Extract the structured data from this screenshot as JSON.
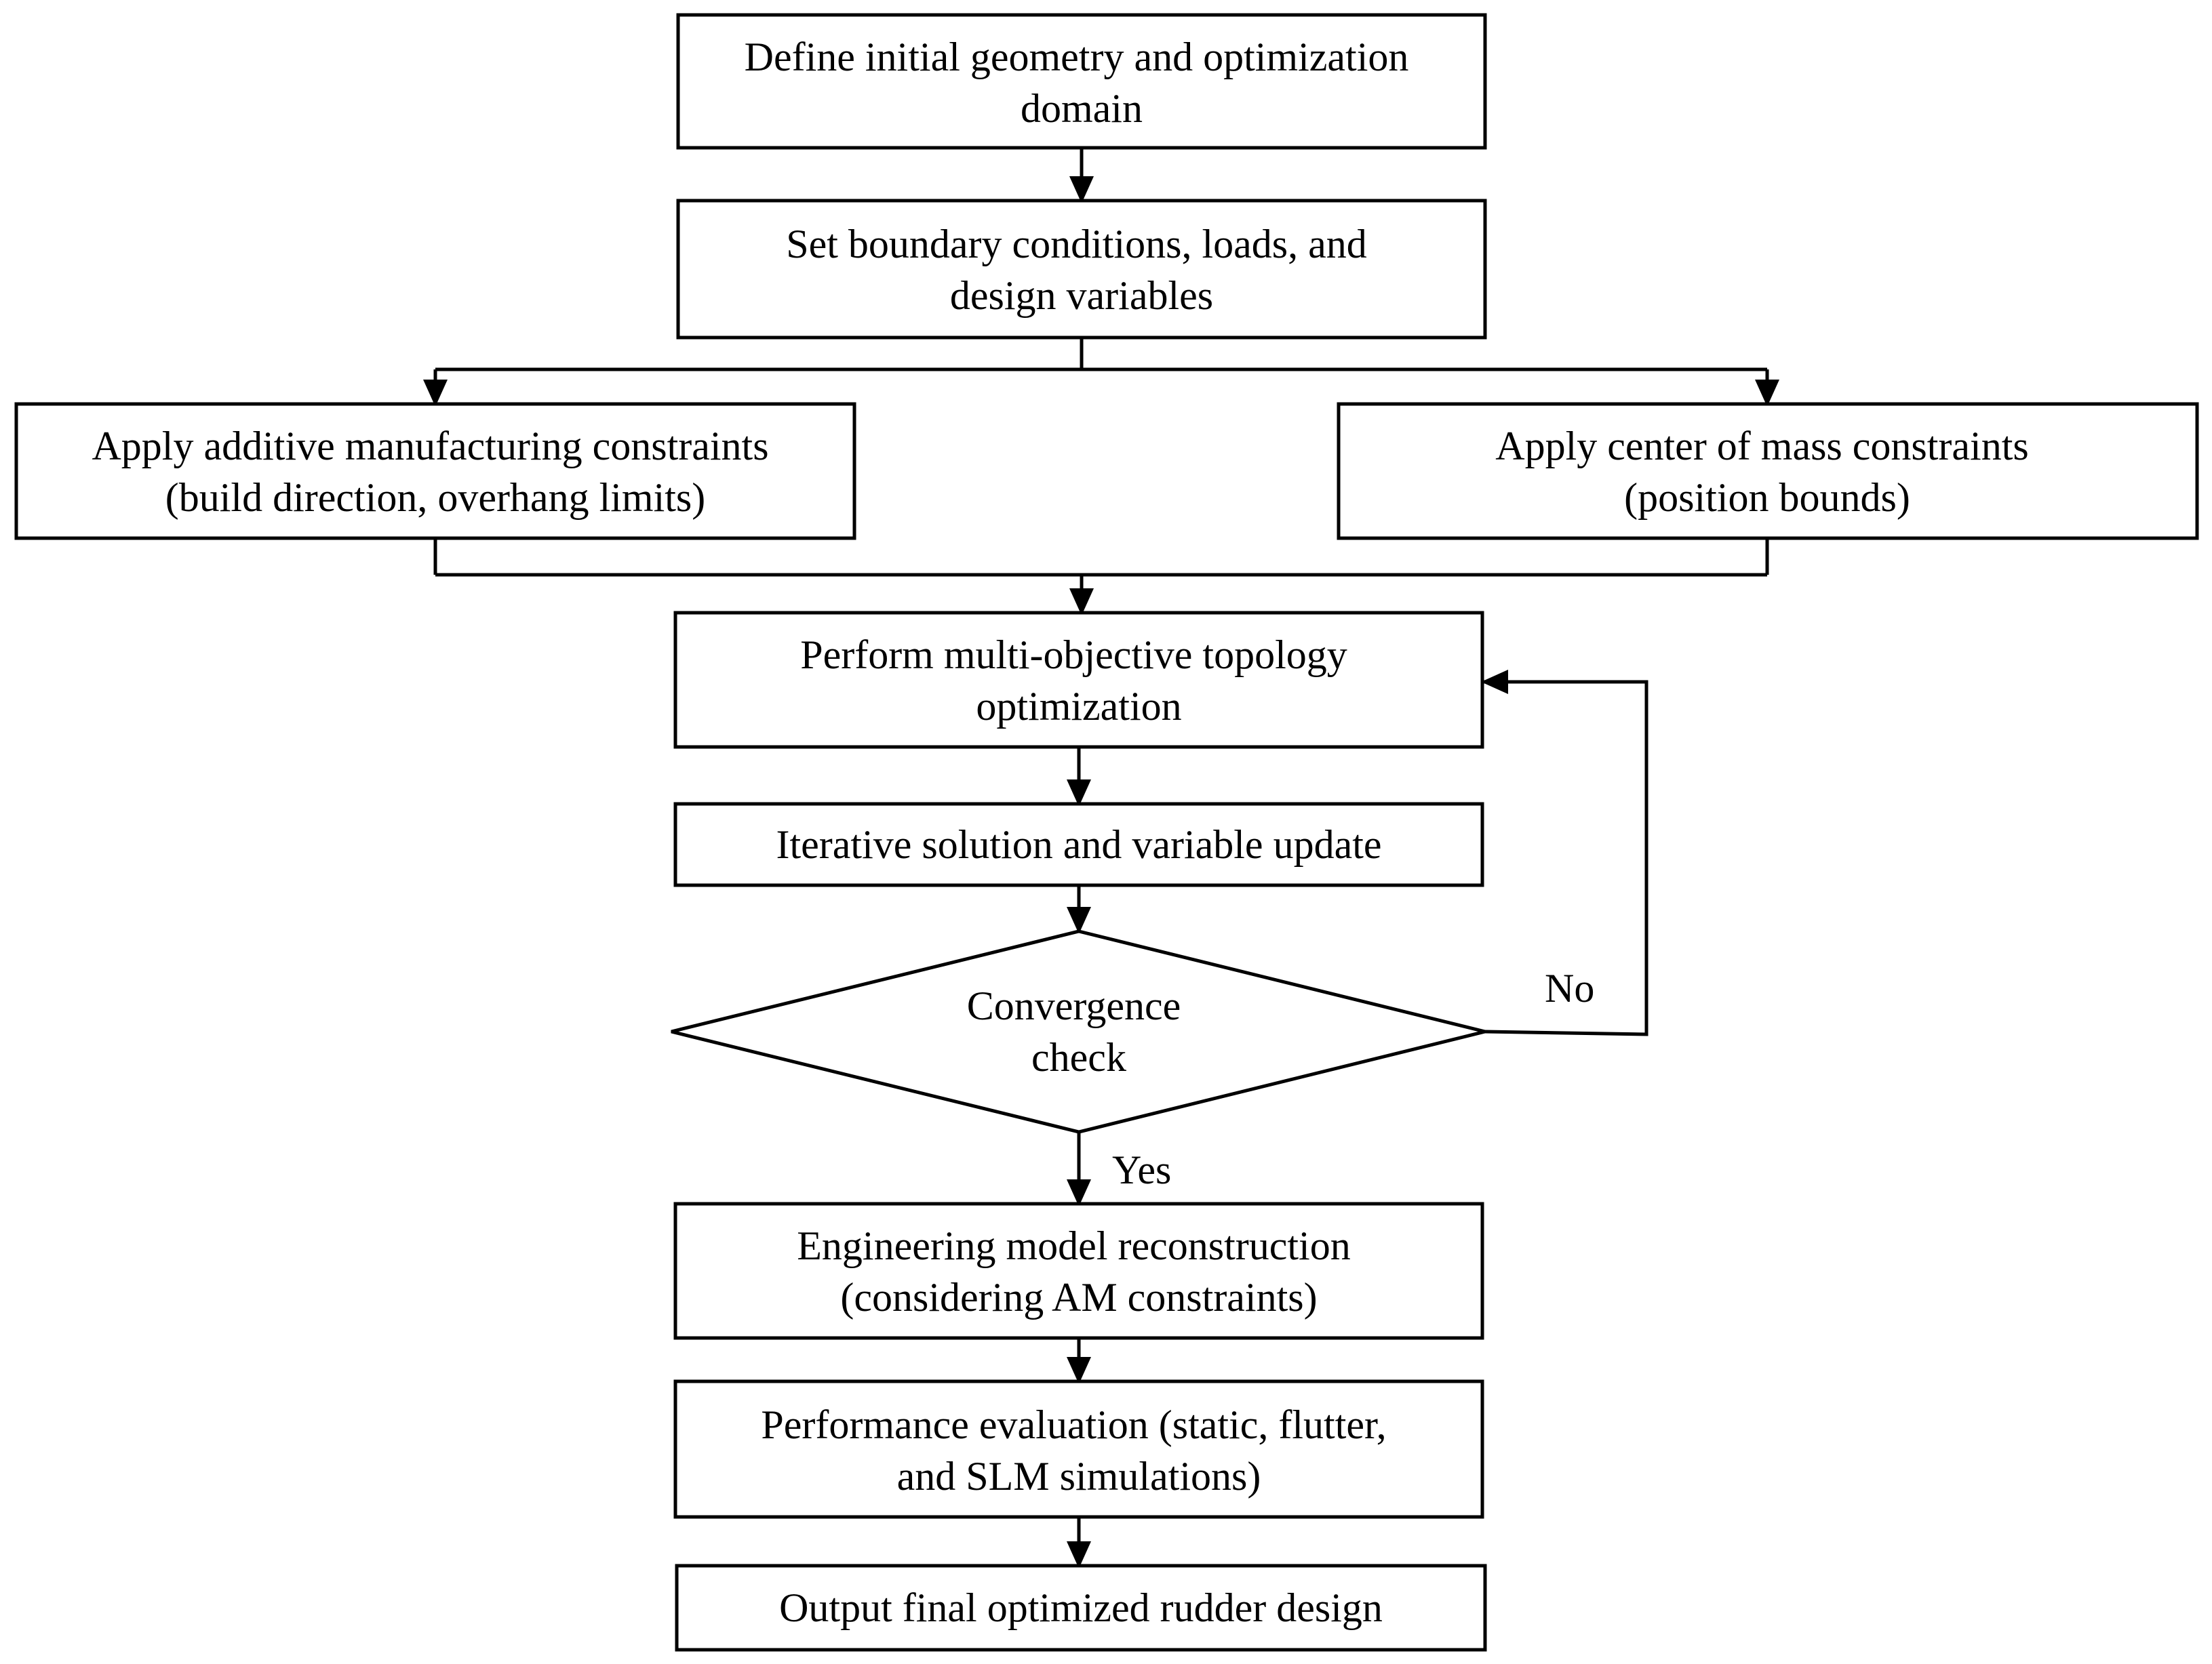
{
  "nodes": {
    "define_geometry": {
      "lines": [
        "Define initial geometry and optimization",
        "domain"
      ]
    },
    "boundary_conditions": {
      "lines": [
        "Set boundary conditions, loads, and",
        "design variables"
      ]
    },
    "am_constraints": {
      "lines": [
        "Apply additive manufacturing constraints",
        "(build direction, overhang limits)"
      ]
    },
    "com_constraints": {
      "lines": [
        "Apply center of mass constraints",
        "(position bounds)"
      ]
    },
    "topology_optimization": {
      "lines": [
        "Perform multi-objective topology",
        "optimization"
      ]
    },
    "iterative_update": {
      "lines": [
        "Iterative solution and variable update"
      ]
    },
    "convergence_check": {
      "lines": [
        "Convergence",
        "check"
      ]
    },
    "model_reconstruction": {
      "lines": [
        "Engineering model reconstruction",
        "(considering AM constraints)"
      ]
    },
    "performance_evaluation": {
      "lines": [
        "Performance evaluation (static, flutter,",
        "and SLM simulations)"
      ]
    },
    "final_output": {
      "lines": [
        "Output final optimized rudder design"
      ]
    }
  },
  "edge_labels": {
    "no": "No",
    "yes": "Yes"
  }
}
